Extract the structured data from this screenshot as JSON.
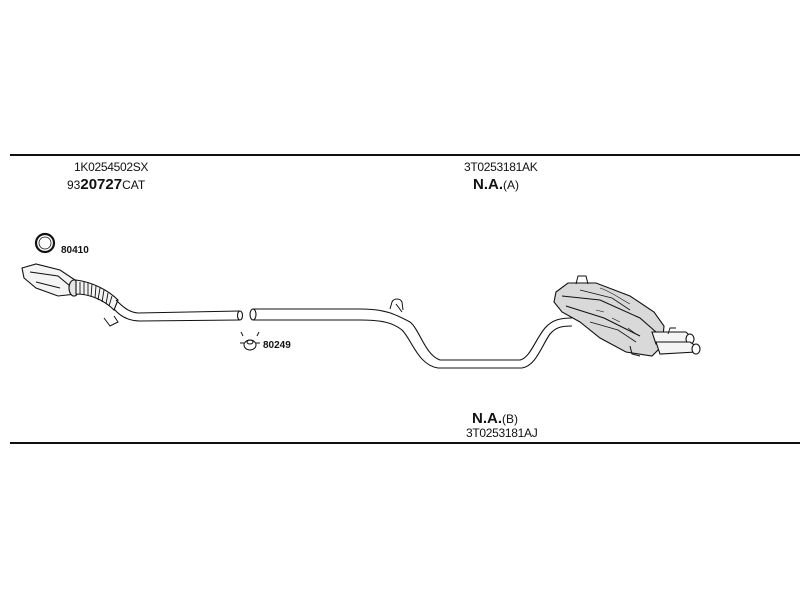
{
  "labels": {
    "cat_code": "1K0254502SX",
    "cat_number_prefix": "93",
    "cat_number_main": "20727",
    "cat_number_suffix": "CAT",
    "rear_code_top": "3T0253181AK",
    "rear_na_top": "N.A.",
    "rear_variant_top": "(A)",
    "rear_na_bottom": "N.A.",
    "rear_variant_bottom": "(B)",
    "rear_code_bottom": "3T0253181AJ",
    "gasket_part": "80410",
    "clamp_part": "80249"
  },
  "colors": {
    "line": "#111111",
    "part_fill": "#f4f4f4",
    "muffler_shade": "#bdbdbd"
  }
}
